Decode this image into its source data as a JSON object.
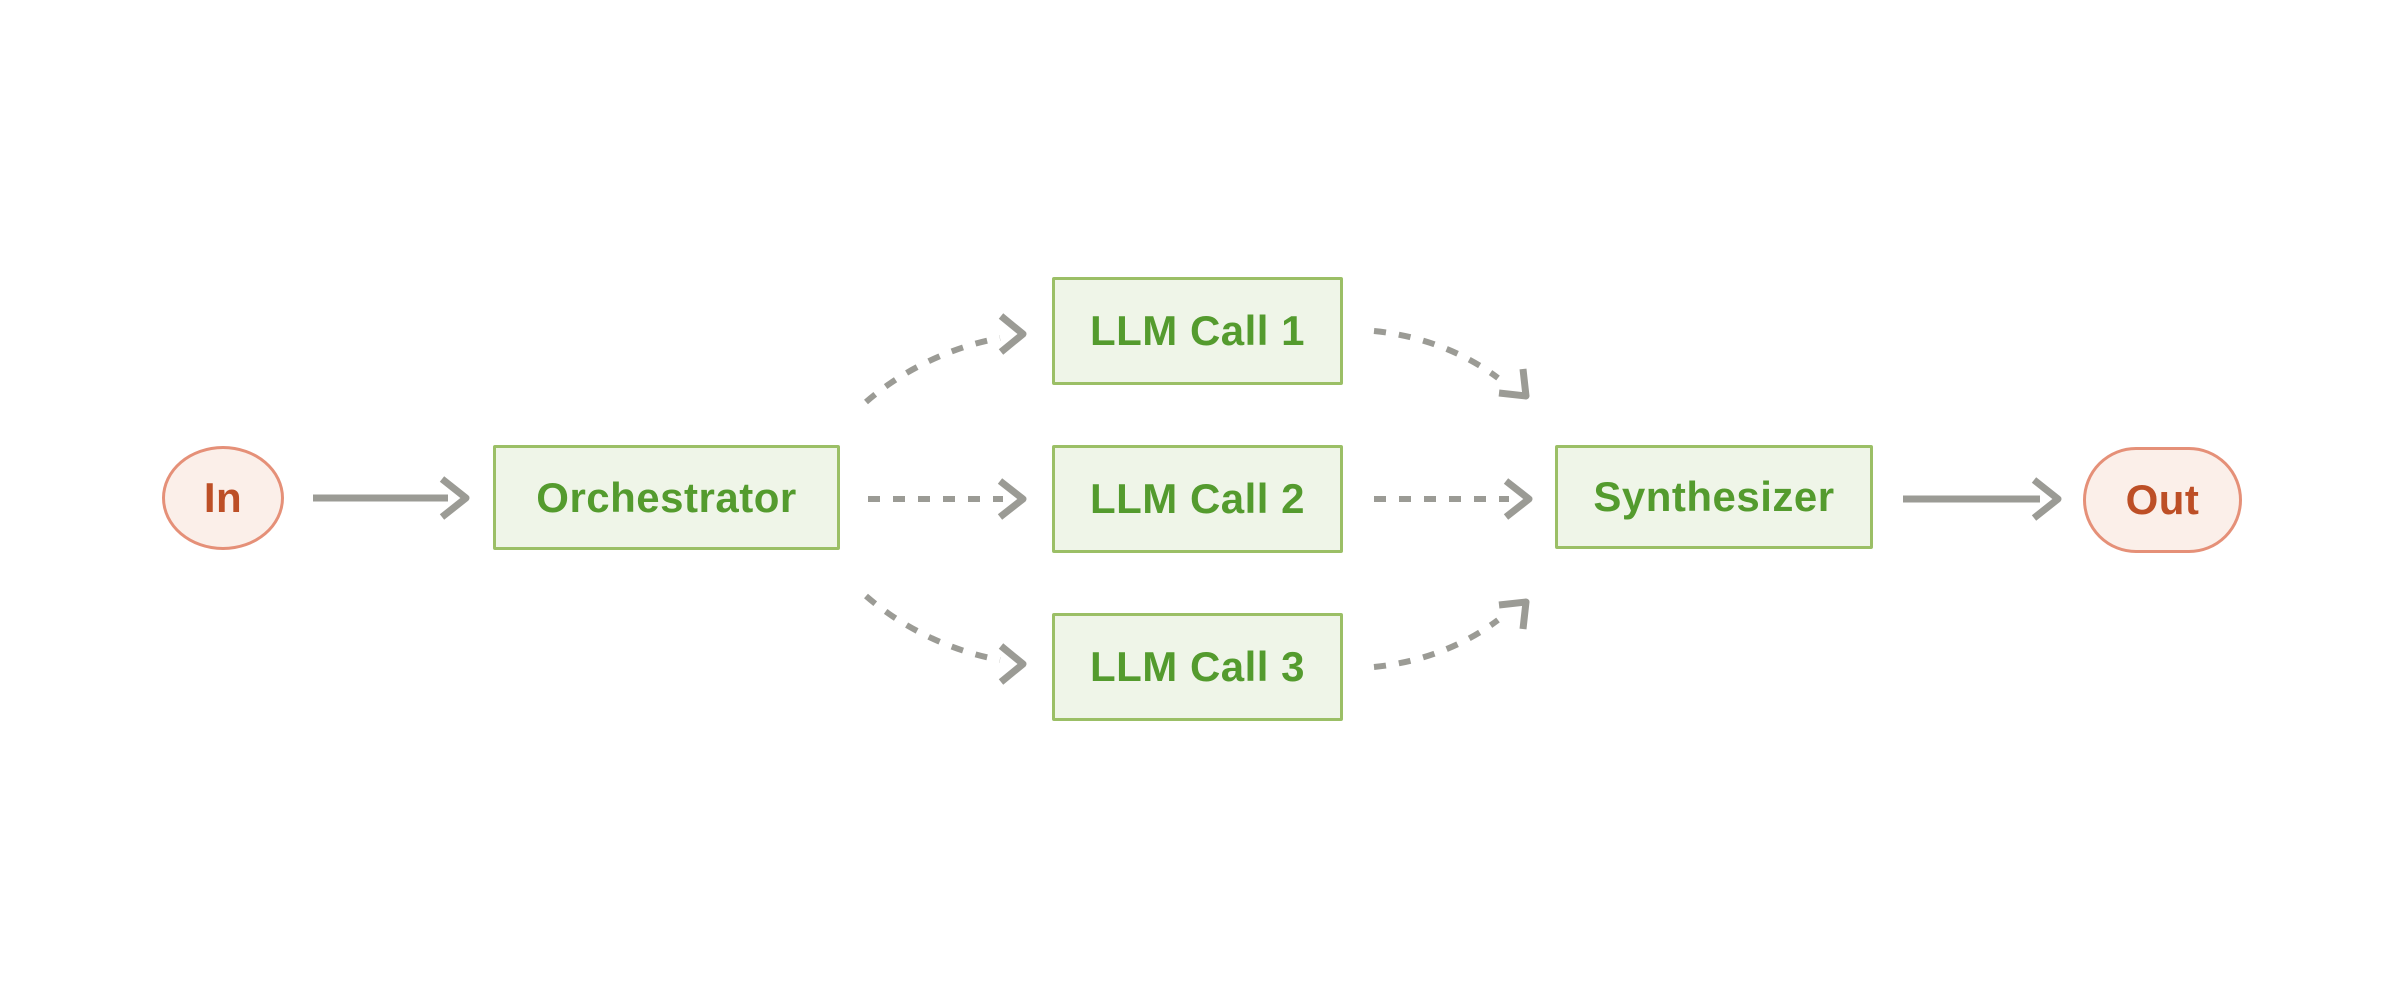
{
  "diagram": {
    "type": "workflow-flowchart",
    "nodes": {
      "in": {
        "label": "In",
        "kind": "terminal"
      },
      "orchestrator": {
        "label": "Orchestrator",
        "kind": "process"
      },
      "llm_call_1": {
        "label": "LLM Call 1",
        "kind": "process"
      },
      "llm_call_2": {
        "label": "LLM Call 2",
        "kind": "process"
      },
      "llm_call_3": {
        "label": "LLM Call 3",
        "kind": "process"
      },
      "synthesizer": {
        "label": "Synthesizer",
        "kind": "process"
      },
      "out": {
        "label": "Out",
        "kind": "terminal"
      }
    },
    "edges": [
      {
        "from": "in",
        "to": "orchestrator",
        "style": "solid"
      },
      {
        "from": "orchestrator",
        "to": "llm_call_1",
        "style": "dashed"
      },
      {
        "from": "orchestrator",
        "to": "llm_call_2",
        "style": "dashed"
      },
      {
        "from": "orchestrator",
        "to": "llm_call_3",
        "style": "dashed"
      },
      {
        "from": "llm_call_1",
        "to": "synthesizer",
        "style": "dashed"
      },
      {
        "from": "llm_call_2",
        "to": "synthesizer",
        "style": "dashed"
      },
      {
        "from": "llm_call_3",
        "to": "synthesizer",
        "style": "dashed"
      },
      {
        "from": "synthesizer",
        "to": "out",
        "style": "solid"
      }
    ],
    "colors": {
      "background": "#ffffff",
      "process_fill": "#eff5e8",
      "process_border": "#9bbf66",
      "process_text": "#549b2e",
      "terminal_fill": "#fbefe9",
      "terminal_border": "#e59078",
      "terminal_text": "#bd4f26",
      "arrow": "#9b9b95"
    }
  }
}
